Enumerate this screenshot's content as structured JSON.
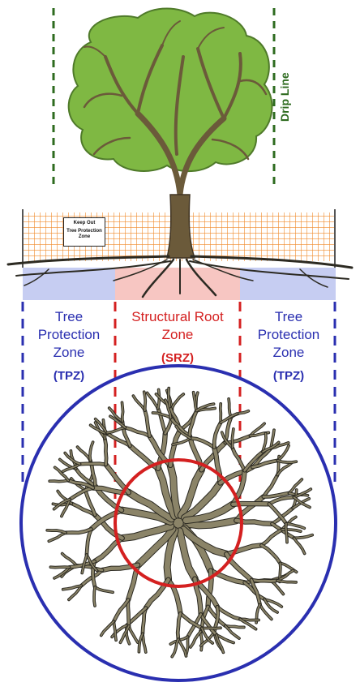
{
  "drip_line_label": "Drip Line",
  "sign": {
    "line1": "Keep Out",
    "line2": "Tree Protection",
    "line3": "Zone"
  },
  "zones": {
    "tpz_left": {
      "title_line1": "Tree",
      "title_line2": "Protection",
      "title_line3": "Zone",
      "abbr": "(TPZ)"
    },
    "srz": {
      "title_line1": "Structural Root",
      "title_line2": "Zone",
      "abbr": "(SRZ)"
    },
    "tpz_right": {
      "title_line1": "Tree",
      "title_line2": "Protection",
      "title_line3": "Zone",
      "abbr": "(TPZ)"
    }
  },
  "colors": {
    "canopy": "#7fb843",
    "canopy_edge": "#4f7a2a",
    "trunk": "#6b5a3a",
    "root": "#8b8468",
    "root_edge": "#2c2a22",
    "fence": "#f08a2a",
    "tpz": "#2a2fb0",
    "srz": "#d42020",
    "drip_line": "#2e6b1f",
    "tpz_fill": "#c6cdf2",
    "srz_fill": "#f7c6c2"
  }
}
